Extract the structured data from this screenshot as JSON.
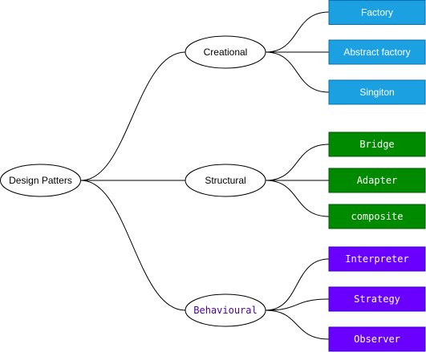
{
  "colors": {
    "creational_fill": "#1ba1e2",
    "creational_stroke": "#006eaf",
    "structural_fill": "#008a00",
    "structural_stroke": "#005700",
    "behavioural_fill": "#6a00ff",
    "behavioural_stroke": "#3700cc",
    "behavioural_label": "#4c0099",
    "leaf_text": "#ffffff"
  },
  "root": {
    "label": "Design Patters"
  },
  "categories": {
    "creational": {
      "label": "Creational",
      "items": [
        "Factory",
        "Abstract factory",
        "Singiton"
      ]
    },
    "structural": {
      "label": "Structural",
      "items": [
        "Bridge",
        "Adapter",
        "composite"
      ]
    },
    "behavioural": {
      "label": "Behavioural",
      "items": [
        "Interpreter",
        "Strategy",
        "Observer"
      ]
    }
  }
}
